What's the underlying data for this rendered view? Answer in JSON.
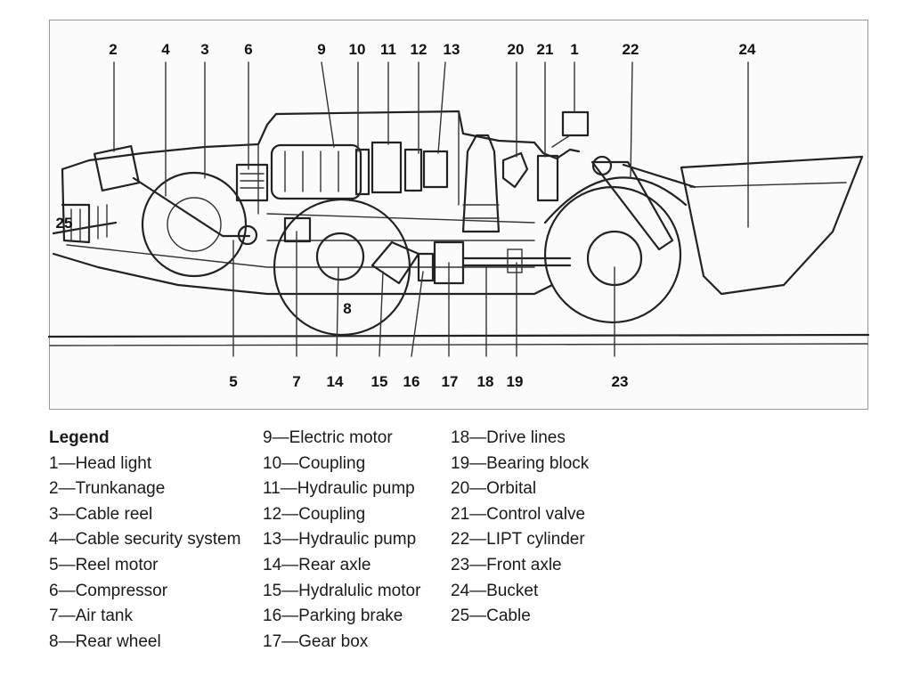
{
  "diagram": {
    "callouts": [
      "2",
      "4",
      "3",
      "6",
      "9",
      "10",
      "11",
      "12",
      "13",
      "20",
      "21",
      "1",
      "22",
      "24",
      "25",
      "8",
      "5",
      "7",
      "14",
      "15",
      "16",
      "17",
      "18",
      "19",
      "23"
    ]
  },
  "legend": {
    "title": "Legend",
    "items": [
      "1—Head light",
      "2—Trunkanage",
      "3—Cable reel",
      "4—Cable security system",
      "5—Reel motor",
      "6—Compressor",
      "7—Air tank",
      "8—Rear wheel",
      "9—Electric motor",
      "10—Coupling",
      "11—Hydraulic pump",
      "12—Coupling",
      "13—Hydraulic pump",
      "14—Rear axle",
      "15—Hydralulic motor",
      "16—Parking brake",
      "17—Gear box",
      "18—Drive lines",
      "19—Bearing block",
      "20—Orbital",
      "21—Control valve",
      "22—LIPT cylinder",
      "23—Front axle",
      "24—Bucket",
      "25—Cable"
    ]
  }
}
